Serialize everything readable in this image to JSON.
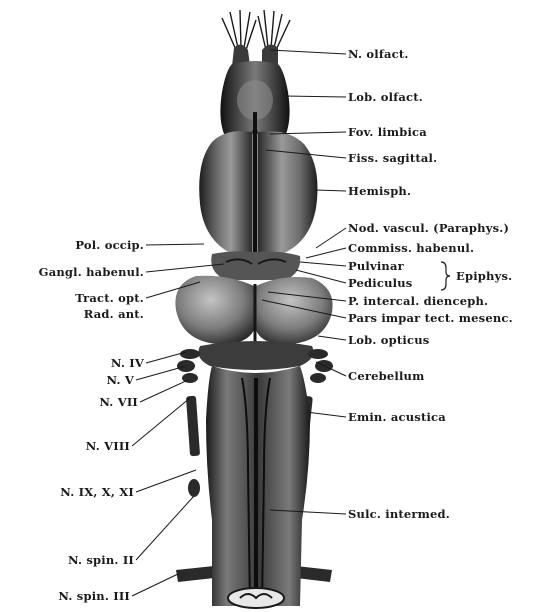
{
  "labels_right": [
    {
      "id": "n-olfact",
      "text": "N. olfact."
    },
    {
      "id": "lob-olfact",
      "text": "Lob. olfact."
    },
    {
      "id": "fov-limbica",
      "text": "Fov. limbica"
    },
    {
      "id": "fiss-sagittal",
      "text": "Fiss. sagittal."
    },
    {
      "id": "hemisph",
      "text": "Hemisph."
    },
    {
      "id": "nod-vascul",
      "text": "Nod. vascul. (Paraphys.)"
    },
    {
      "id": "commiss-habenul",
      "text": "Commiss. habenul."
    },
    {
      "id": "pulvinar",
      "text": "Pulvinar"
    },
    {
      "id": "pediculus",
      "text": "Pediculus"
    },
    {
      "id": "p-intercal",
      "text": "P. intercal. dienceph."
    },
    {
      "id": "pars-impar",
      "text": "Pars impar tect. mesenc."
    },
    {
      "id": "lob-opticus",
      "text": "Lob. opticus"
    },
    {
      "id": "cerebellum",
      "text": "Cerebellum"
    },
    {
      "id": "emin-acustica",
      "text": "Emin. acustica"
    },
    {
      "id": "sulc-intermed",
      "text": "Sulc. intermed."
    }
  ],
  "epiphys_group": {
    "text": "Epiphys."
  },
  "labels_left": [
    {
      "id": "pol-occip",
      "text": "Pol. occip."
    },
    {
      "id": "gangl-habenul",
      "text": "Gangl. habenul."
    },
    {
      "id": "tract-opt",
      "text": "Tract. opt."
    },
    {
      "id": "rad-ant",
      "text": "Rad. ant."
    },
    {
      "id": "n-iv",
      "text": "N. IV"
    },
    {
      "id": "n-v",
      "text": "N. V"
    },
    {
      "id": "n-vii",
      "text": "N. VII"
    },
    {
      "id": "n-viii",
      "text": "N. VIII"
    },
    {
      "id": "n-ix-x-xi",
      "text": "N. IX, X, XI"
    },
    {
      "id": "n-spin-ii",
      "text": "N. spin. II"
    },
    {
      "id": "n-spin-iii",
      "text": "N. spin. III"
    }
  ],
  "colors": {
    "ink": "#1a1a1a",
    "tissue_dark": "#2b2b2b",
    "tissue_mid": "#5a5a5a",
    "tissue_light": "#a8a8a8"
  }
}
